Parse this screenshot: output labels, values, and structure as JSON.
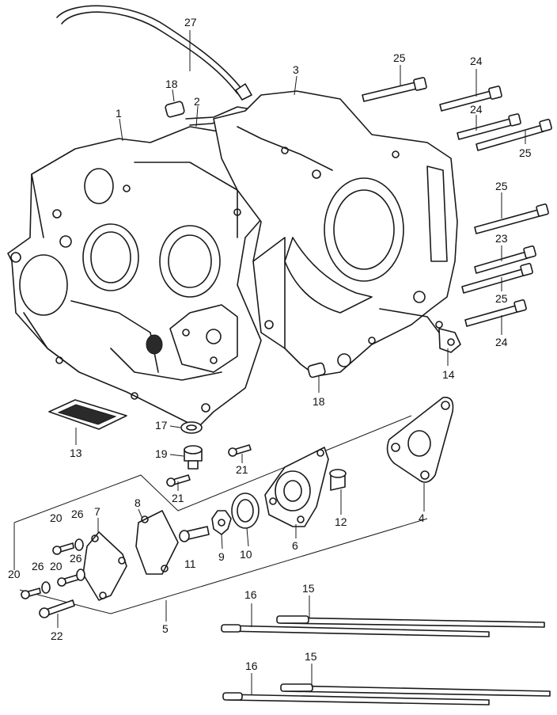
{
  "callouts": {
    "c1": "1",
    "c2": "2",
    "c3": "3",
    "c4": "4",
    "c5": "5",
    "c6": "6",
    "c7": "7",
    "c8": "8",
    "c9": "9",
    "c10": "10",
    "c11": "11",
    "c12": "12",
    "c13": "13",
    "c14": "14",
    "c15a": "15",
    "c15b": "15",
    "c16a": "16",
    "c16b": "16",
    "c17": "17",
    "c18a": "18",
    "c18b": "18",
    "c19": "19",
    "c20a": "20",
    "c20b": "20",
    "c20c": "20",
    "c21a": "21",
    "c21b": "21",
    "c22": "22",
    "c23": "23",
    "c24a": "24",
    "c24b": "24",
    "c24c": "24",
    "c25a": "25",
    "c25b": "25",
    "c25c": "25",
    "c25d": "25",
    "c26a": "26",
    "c26b": "26",
    "c26c": "26",
    "c27": "27"
  }
}
